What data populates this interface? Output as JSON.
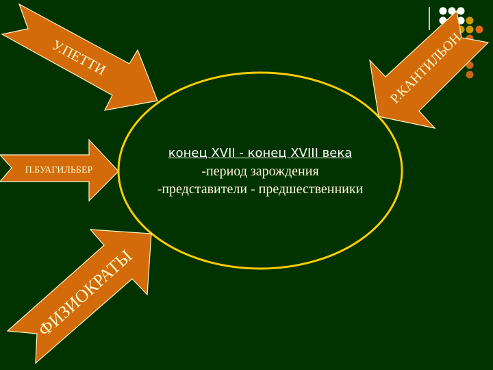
{
  "slide": {
    "background": "#003300",
    "arrow_color": "#d36b0a",
    "arrow_outline": "#fff7c8",
    "ellipse_color": "#ffcc00"
  },
  "arrows": {
    "petty": {
      "label": "У.ПЕТТИ"
    },
    "cantillon": {
      "label": "Р.КАНТИЛЬОН"
    },
    "boisguillebert": {
      "label": "П.БУАГИЛЬБЕР"
    },
    "physiocrats": {
      "label": "ФИЗИОКРАТЫ"
    }
  },
  "center": {
    "line1": "конец XVII - конец XVIII века",
    "line2": "-период зарождения",
    "line3": "-представители - предшественники"
  },
  "decoration": {
    "dot_colors": {
      "white": "#ffffff",
      "gold": "#cc9900",
      "orange": "#e0661a",
      "dim": "#c8651a"
    }
  }
}
